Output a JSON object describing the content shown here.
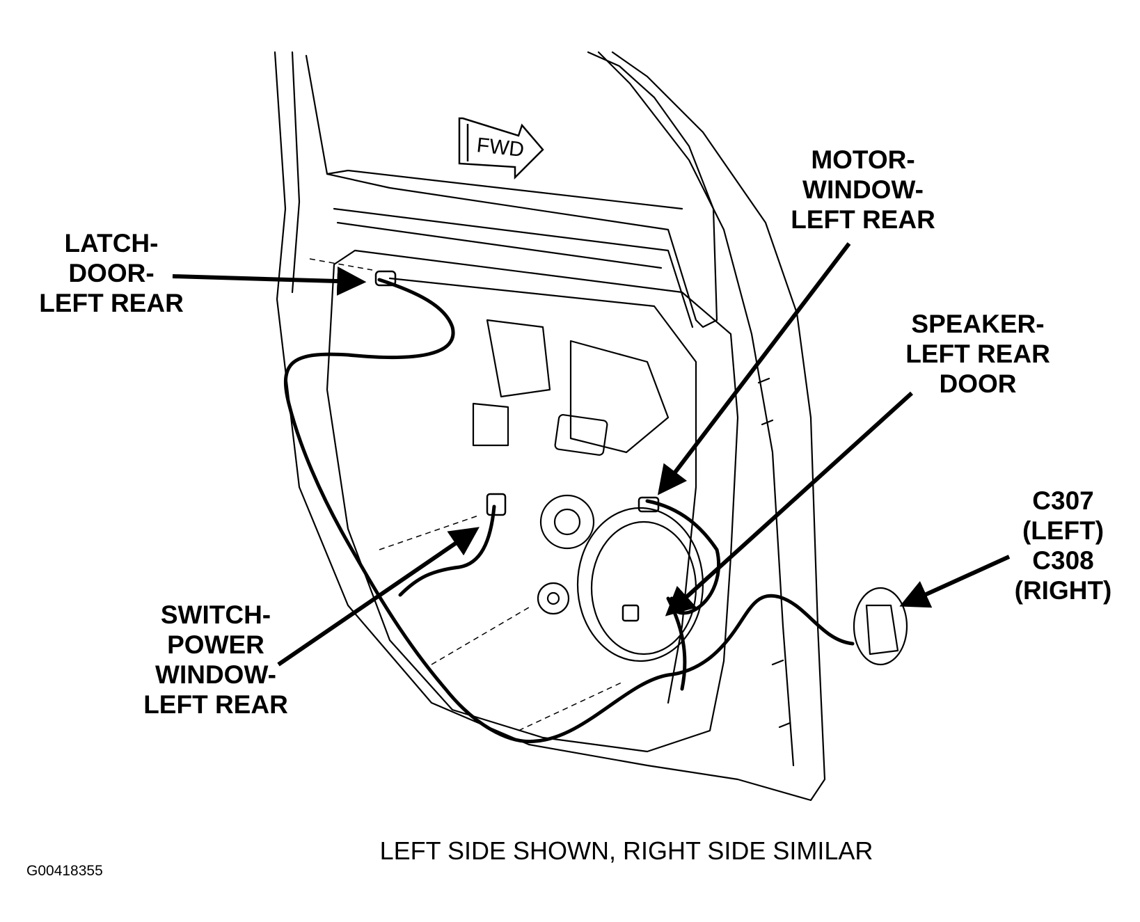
{
  "figure": {
    "caption": "LEFT SIDE SHOWN, RIGHT SIDE SIMILAR",
    "figure_id": "G00418355",
    "direction_marker": "FWD"
  },
  "callouts": {
    "latch": [
      "LATCH-",
      "DOOR-",
      "LEFT REAR"
    ],
    "motor": [
      "MOTOR-",
      "WINDOW-",
      "LEFT REAR"
    ],
    "speaker": [
      "SPEAKER-",
      "LEFT REAR",
      "DOOR"
    ],
    "switch": [
      "SWITCH-",
      "POWER",
      "WINDOW-",
      "LEFT REAR"
    ],
    "connector": [
      "C307",
      "(LEFT)",
      "C308",
      "(RIGHT)"
    ]
  }
}
